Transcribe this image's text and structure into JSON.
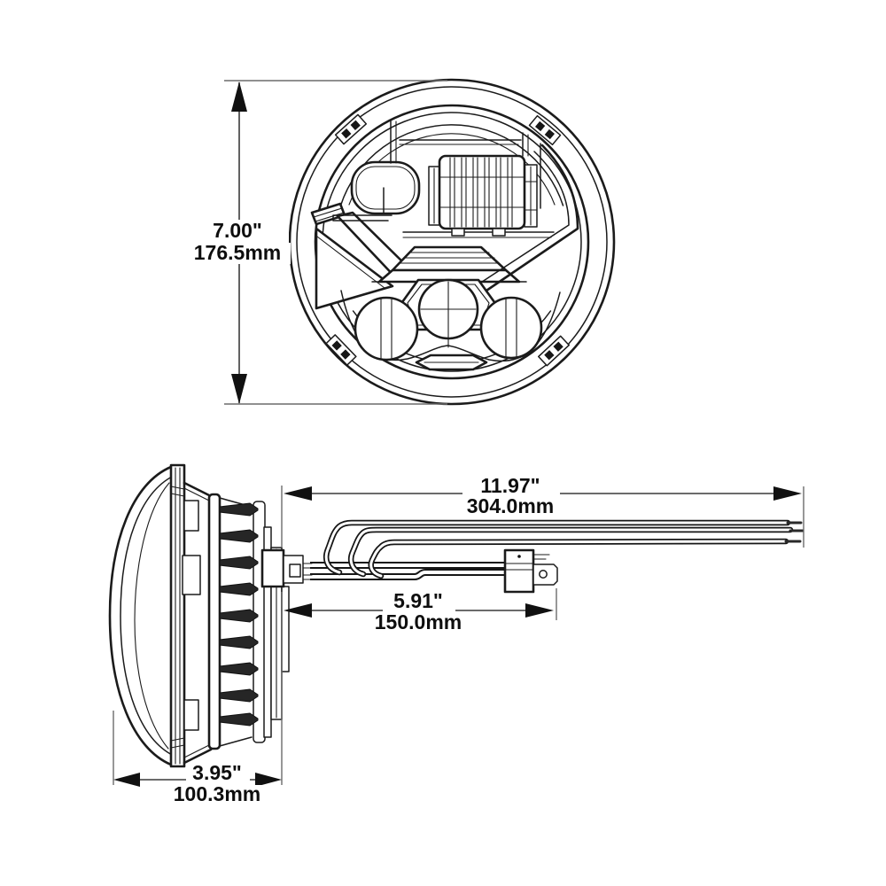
{
  "page": {
    "background": "#ffffff",
    "line_color": "#1b1b1b",
    "dimension_text_color": "#0e0e0e"
  },
  "front_view": {
    "description": "round headlight front view",
    "height_dim": {
      "inches": "7.00\"",
      "mm": "176.5mm"
    }
  },
  "side_view": {
    "description": "headlight side profile with wiring harness",
    "wire_length_dim": {
      "inches": "11.97\"",
      "mm": "304.0mm"
    },
    "connector_dim": {
      "inches": "5.91\"",
      "mm": "150.0mm"
    },
    "depth_dim": {
      "inches": "3.95\"",
      "mm": "100.3mm"
    }
  }
}
